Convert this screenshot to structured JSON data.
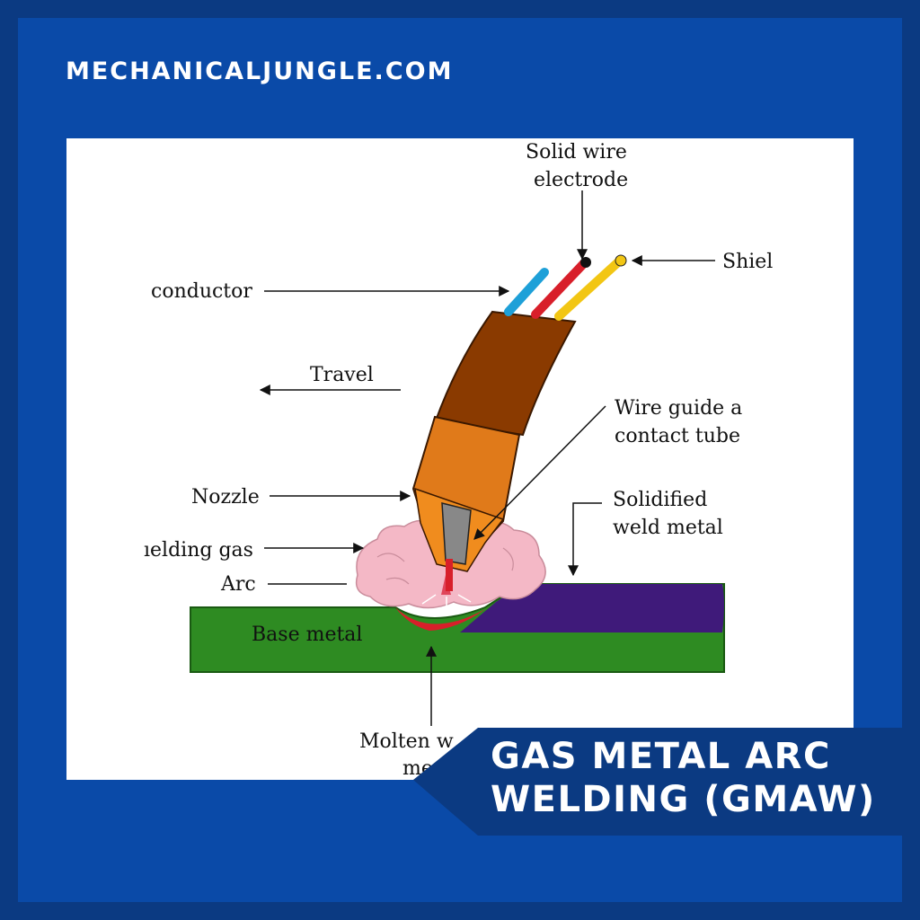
{
  "header": {
    "site": "MECHANICALJUNGLE.COM"
  },
  "banner": {
    "line1": "GAS METAL ARC",
    "line2": "WELDING (GMAW)"
  },
  "labels": {
    "wire_electrode_1": "Solid  wire",
    "wire_electrode_2": "electrode",
    "shield": "Shiel",
    "conductor": "conductor",
    "travel": "Travel",
    "wire_guide_1": "Wire  guide  a",
    "wire_guide_2": "contact  tube",
    "nozzle": "Nozzle",
    "solidified_1": "Solidified",
    "solidified_2": "weld  metal",
    "shielding_gas": "ıelding  gas",
    "arc": "Arc",
    "base_metal": "Base  metal",
    "molten_1": "Molten  w",
    "molten_2": "me"
  },
  "colors": {
    "background": "#0a4aa8",
    "banner": "#0b3a82",
    "base_metal": "#2e8b22",
    "weld_metal": "#3f1a7a",
    "torch": "#8a3a00",
    "nozzle": "#e07a1a",
    "gas": "#f4b8c6",
    "wire_blue": "#1ea0d8",
    "wire_red": "#d81f2a",
    "wire_yellow": "#f2c614"
  }
}
